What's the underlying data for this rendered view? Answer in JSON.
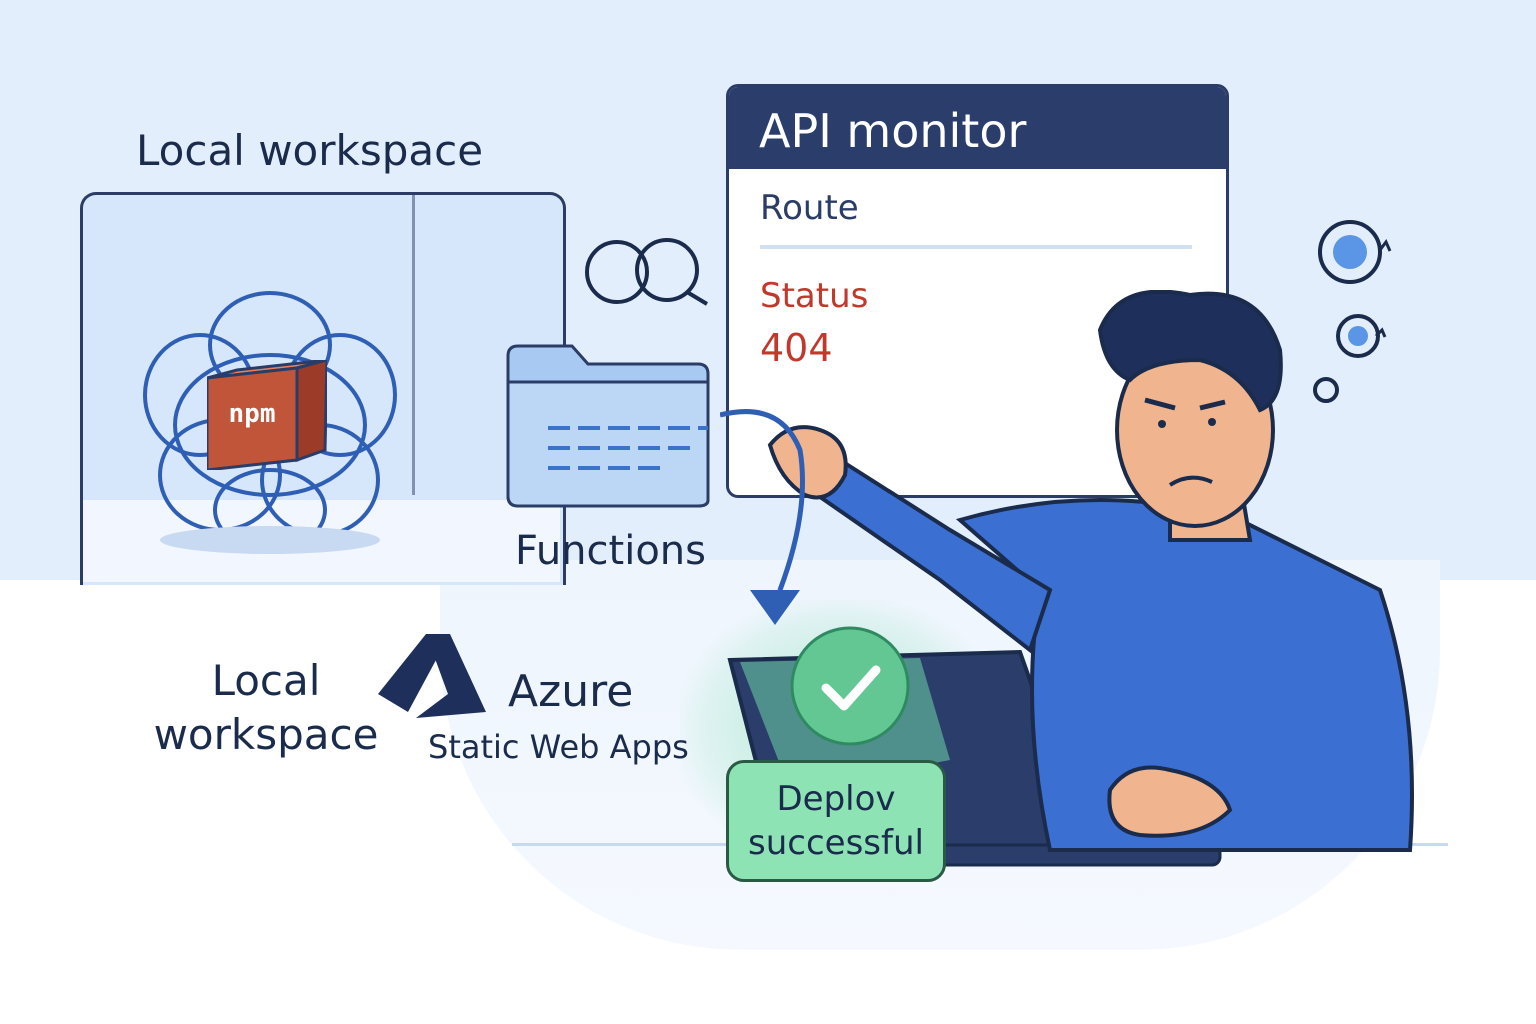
{
  "workspace": {
    "title": "Local workspace",
    "package_label": "npm"
  },
  "functions": {
    "label": "Functions"
  },
  "monitor": {
    "title": "API monitor",
    "route_label": "Route",
    "status_label": "Status",
    "status_code": "404"
  },
  "bottom": {
    "local_line1": "Local",
    "local_line2": "workspace",
    "azure_name": "Azure",
    "azure_sub": "Static Web Apps"
  },
  "deploy": {
    "line1": "Deplov",
    "line2": "successful"
  },
  "colors": {
    "navy": "#2b3d6b",
    "error": "#c0392b",
    "success": "#62c793",
    "shirt": "#3b6fd1",
    "background": "#e3eefc"
  },
  "icons": [
    "npm-package-icon",
    "link-icon",
    "folder-icon",
    "azure-logo-icon",
    "checkmark-icon",
    "loading-spinner-icon"
  ]
}
